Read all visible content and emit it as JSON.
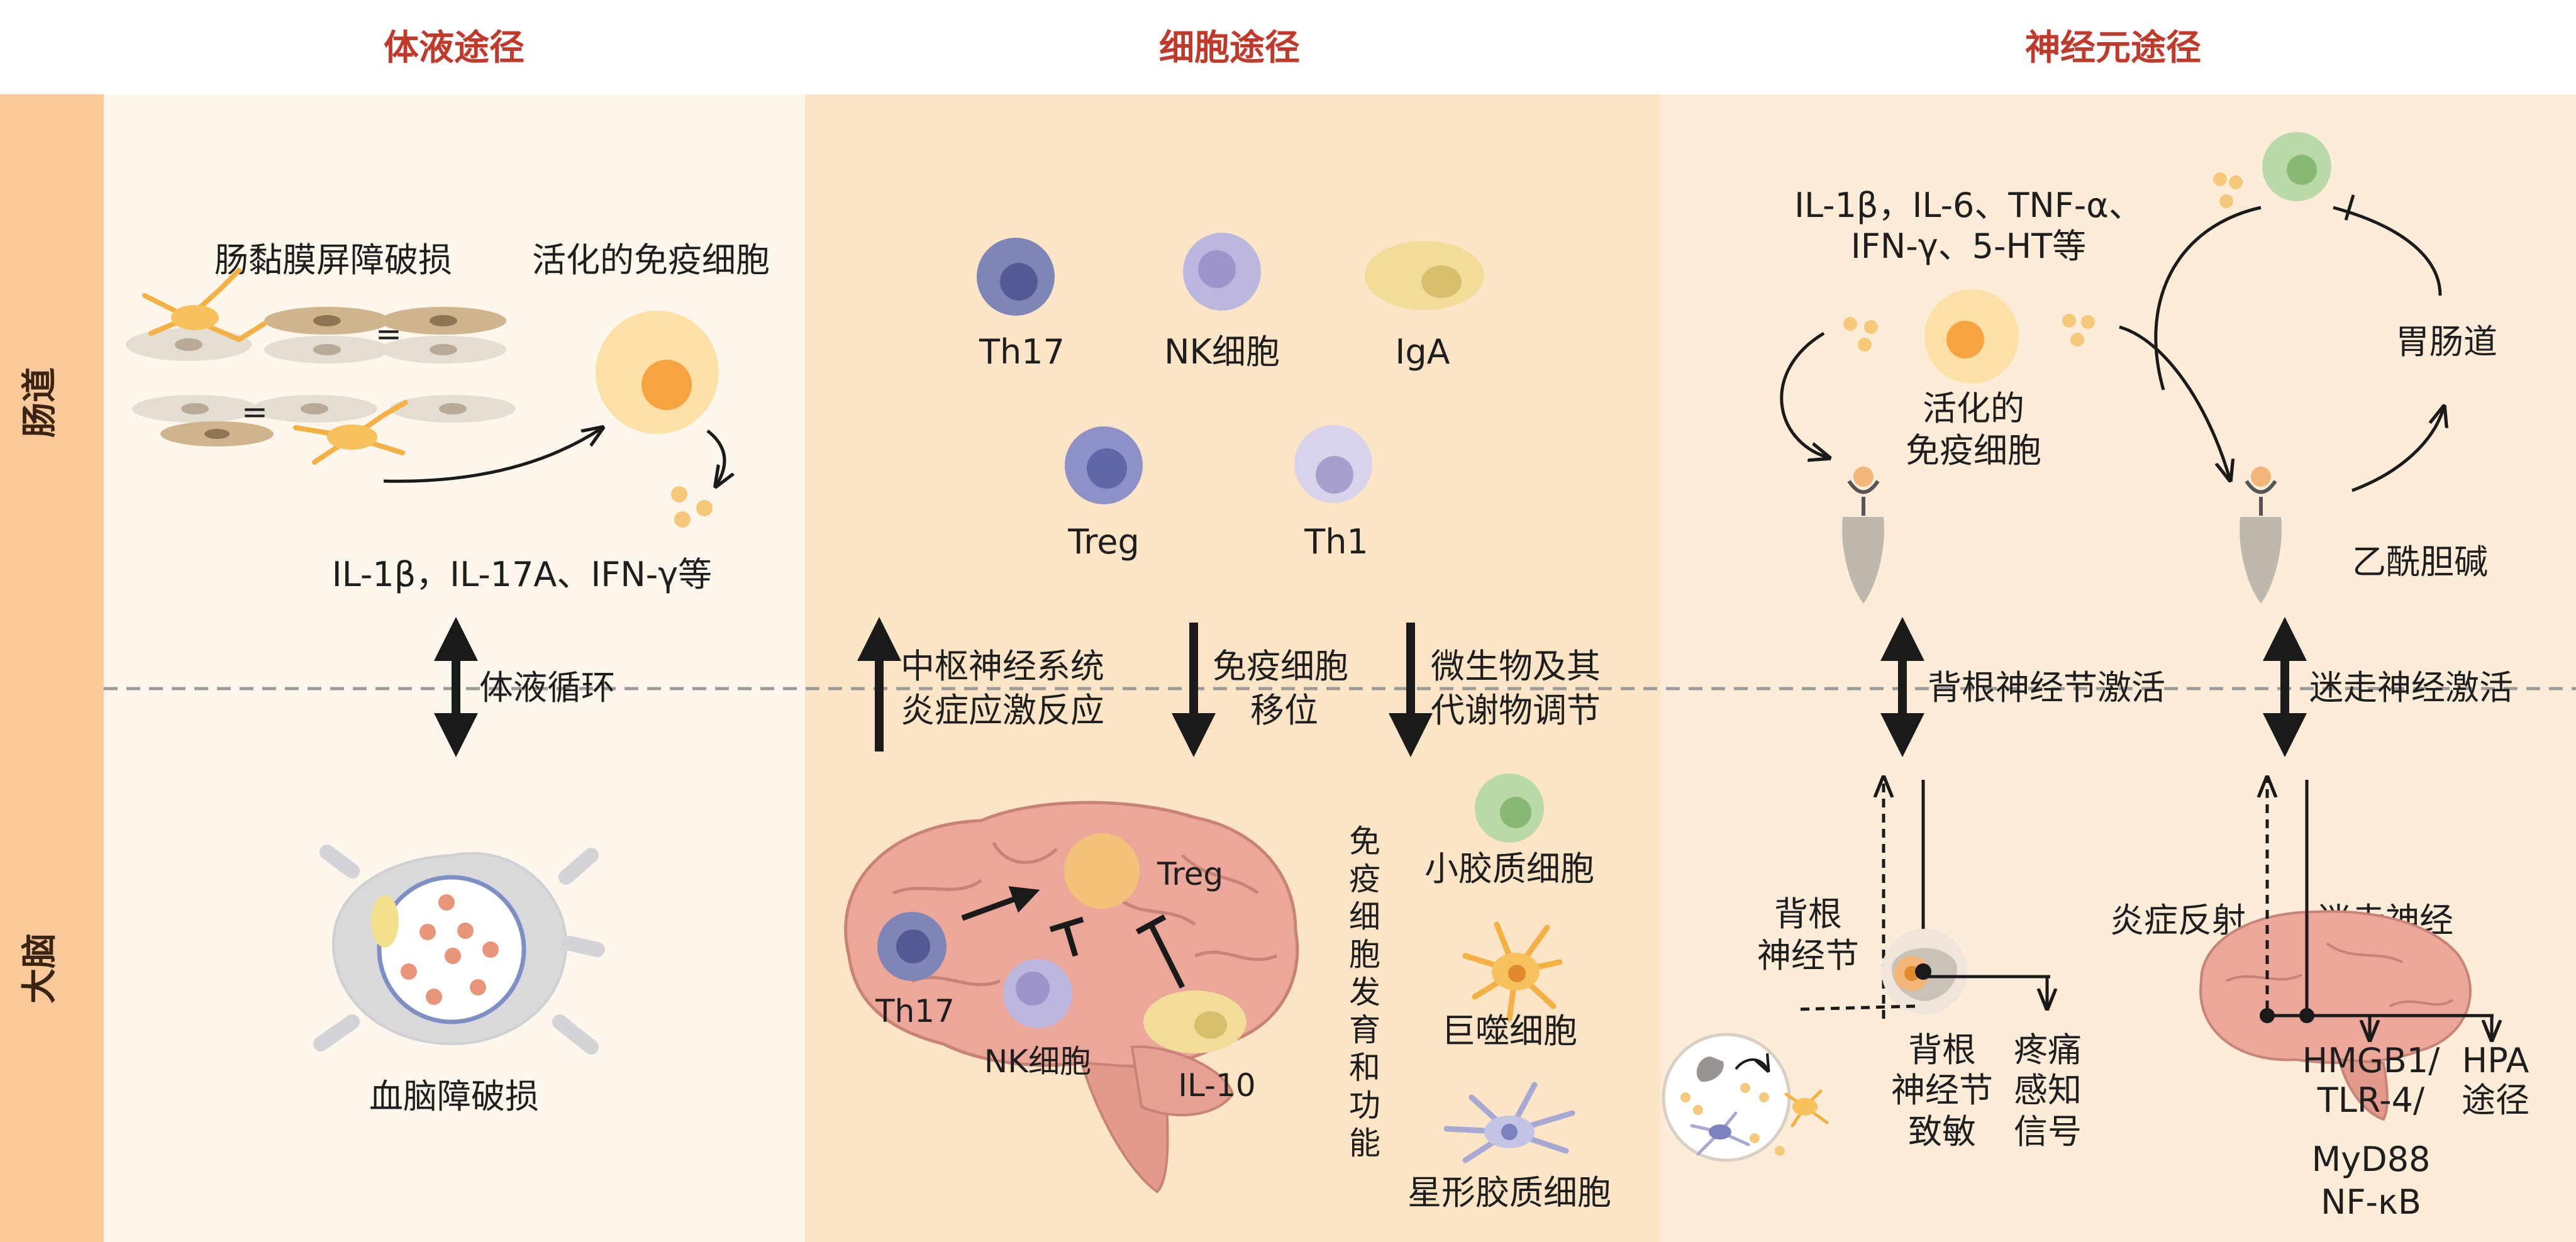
{
  "columns": {
    "humoral": "体液途径",
    "cellular": "细胞途径",
    "neuronal": "神经元途径"
  },
  "rows": {
    "gut": "肠道",
    "brain": "大脑"
  },
  "humoral": {
    "barrier_damage": "肠黏膜屏障破损",
    "activated_cells": "活化的免疫细胞",
    "cytokines": "IL-1β，IL-17A、IFN-γ等",
    "circulation": "体液循环",
    "bbb_damage": "血脑障破损",
    "equal_sign": "="
  },
  "cellular": {
    "cells": [
      "Th17",
      "NK细胞",
      "IgA",
      "Treg",
      "Th1"
    ],
    "arrow1": [
      "中枢神经系统",
      "炎症应激反应"
    ],
    "arrow2": [
      "免疫细胞",
      "移位"
    ],
    "arrow3": [
      "微生物及其",
      "代谢物调节"
    ],
    "brain_labels": {
      "treg": "Treg",
      "th17": "Th17",
      "nk": "NK细胞",
      "il10": "IL-10"
    },
    "vertical_label": [
      "免",
      "疫",
      "细",
      "胞",
      "发",
      "育",
      "和",
      "功",
      "能"
    ],
    "glia": [
      "小胶质细胞",
      "巨噬细胞",
      "星形胶质细胞"
    ]
  },
  "neuronal": {
    "cytokines": [
      "IL-1β，IL-6、TNF-α、",
      "IFN-γ、5-HT等"
    ],
    "activated_cells": [
      "活化的",
      "免疫细胞"
    ],
    "gi_tract": "胃肠道",
    "acetylcholine": "乙酰胆碱",
    "drg_activation": "背根神经节激活",
    "vagus_activation": "迷走神经激活",
    "drg": [
      "背根",
      "神经节"
    ],
    "drg_sensitize": [
      "背根",
      "神经节",
      "致敏"
    ],
    "pain": [
      "疼痛",
      "感知",
      "信号"
    ],
    "inflam_reflex": "炎症反射",
    "vagus": "迷走神经",
    "pathway1": [
      "HMGB1/",
      "TLR-4/",
      "MyD88",
      "NF-κB"
    ],
    "pathway2": [
      "HPA",
      "途径"
    ]
  },
  "colors": {
    "title": "#c0392b",
    "humoral_bg": "#fdf6ec",
    "cellular_bg": "#fbe5c6",
    "neuronal_bg": "#fcecd8",
    "row_label_bg": "#f9c99a",
    "arrow": "#1a1a1a"
  }
}
